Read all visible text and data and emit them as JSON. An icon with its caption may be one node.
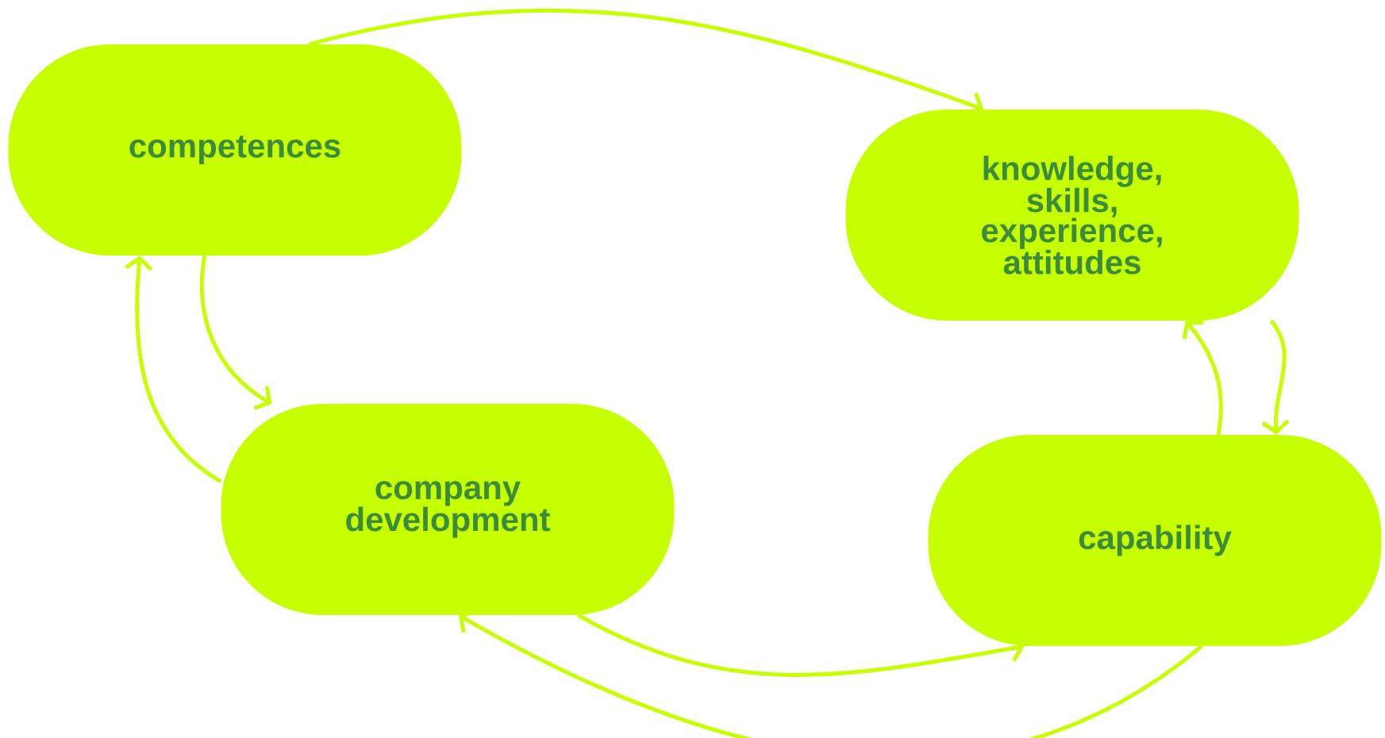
{
  "diagram": {
    "nodes": [
      {
        "text": [
          "competences"
        ]
      },
      {
        "text": [
          "knowledge, skills, experience, attitudes"
        ]
      },
      {
        "text": [
          "company development"
        ]
      },
      {
        "text": [
          "capability"
        ]
      }
    ],
    "edges": [
      {
        "from": 0,
        "to": 1,
        "arrow": "to"
      },
      {
        "from": 1,
        "to": 3,
        "arrow": "to"
      },
      {
        "from": 3,
        "to": 1,
        "arrow": "to"
      },
      {
        "from": 0,
        "to": 2,
        "arrow": "to"
      },
      {
        "from": 2,
        "to": 0,
        "arrow": "to"
      },
      {
        "from": 2,
        "to": 3,
        "arrow": "to"
      },
      {
        "from": 3,
        "to": 2,
        "arrow": "to"
      }
    ]
  }
}
